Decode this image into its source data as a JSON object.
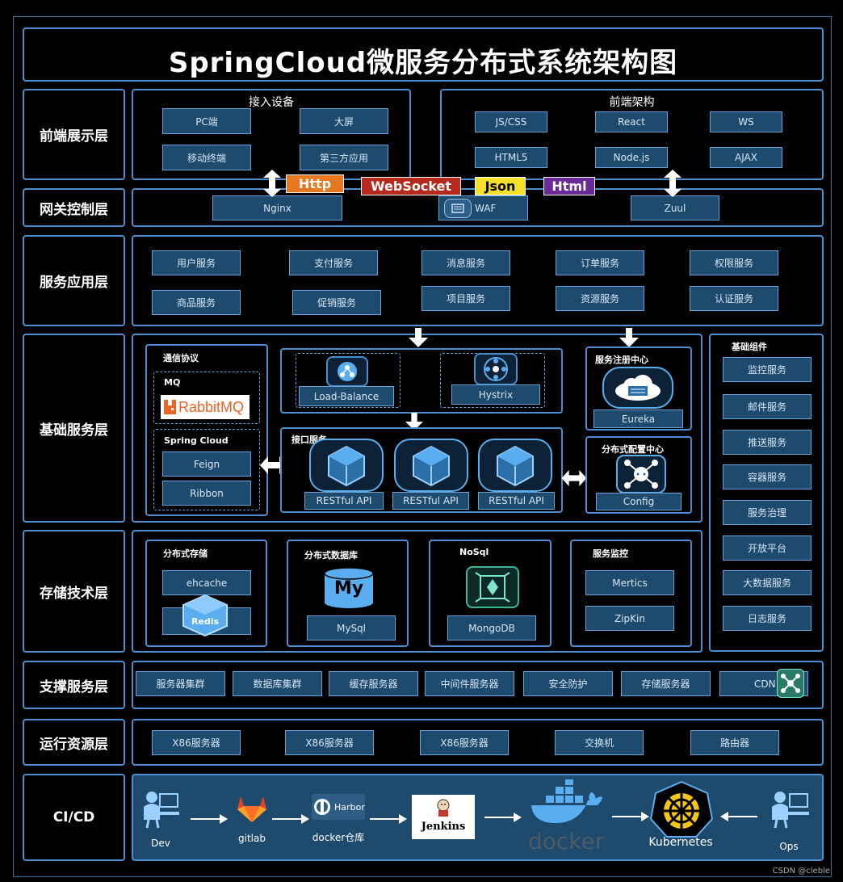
{
  "title": "SpringCloud微服务分布式系统架构图",
  "layers": {
    "frontend": "前端展示层",
    "gateway": "网关控制层",
    "service": "服务应用层",
    "base": "基础服务层",
    "storage": "存储技术层",
    "support": "支撑服务层",
    "runtime": "运行资源层",
    "cicd": "CI/CD"
  },
  "frontend": {
    "devices_title": "接入设备",
    "devices": [
      "PC端",
      "大屏",
      "移动终端",
      "第三方应用"
    ],
    "arch_title": "前端架构",
    "arch": [
      "JS/CSS",
      "React",
      "WS",
      "HTML5",
      "Node.js",
      "AJAX"
    ]
  },
  "protocols": [
    "Http",
    "WebSocket",
    "Json",
    "Html"
  ],
  "protocol_colors": [
    "#e87722",
    "#b52a1c",
    "#f5e12a",
    "#6a2a9a"
  ],
  "gateway": [
    "Nginx",
    "WAF",
    "Zuul"
  ],
  "services": [
    "用户服务",
    "支付服务",
    "消息服务",
    "订单服务",
    "权限服务",
    "商品服务",
    "促销服务",
    "项目服务",
    "资源服务",
    "认证服务"
  ],
  "base": {
    "comm_title": "通信协议",
    "mq_title": "MQ",
    "rabbit_logo": "RabbitMQ",
    "spring_cloud_title": "Spring Cloud",
    "spring_cloud_items": [
      "Feign",
      "Ribbon"
    ],
    "lb": "Load-Balance",
    "hystrix": "Hystrix",
    "api_title": "接口服务",
    "apis": [
      "RESTful API",
      "RESTful API",
      "RESTful API"
    ],
    "registry_title": "服务注册中心",
    "registry": "Eureka",
    "config_title": "分布式配置中心",
    "config": "Config"
  },
  "components": {
    "title": "基础组件",
    "items": [
      "监控服务",
      "邮件服务",
      "推送服务",
      "容器服务",
      "服务治理",
      "开放平台",
      "大数据服务",
      "日志服务"
    ]
  },
  "storage": {
    "dist_storage_title": "分布式存储",
    "ehcache": "ehcache",
    "redis_logo": "Redis",
    "dist_db_title": "分布式数据库",
    "mysql_logo": "My",
    "mysql": "MySql",
    "nosql_title": "NoSql",
    "mongodb": "MongoDB",
    "monitor_title": "服务监控",
    "monitor_items": [
      "Mertics",
      "ZipKin"
    ]
  },
  "support": [
    "服务器集群",
    "数据库集群",
    "缓存服务器",
    "中间件服务器",
    "安全防护",
    "存储服务器",
    "CDN"
  ],
  "runtime": [
    "X86服务器",
    "X86服务器",
    "X86服务器",
    "交换机",
    "路由器"
  ],
  "cicd": {
    "dev": "Dev",
    "gitlab": "gitlab",
    "harbor_logo": "Harbor",
    "harbor": "docker仓库",
    "jenkins": "Jenkins",
    "docker_logo": "docker",
    "kubernetes": "Kubernetes",
    "ops": "Ops"
  },
  "watermark": "CSDN @cleble"
}
